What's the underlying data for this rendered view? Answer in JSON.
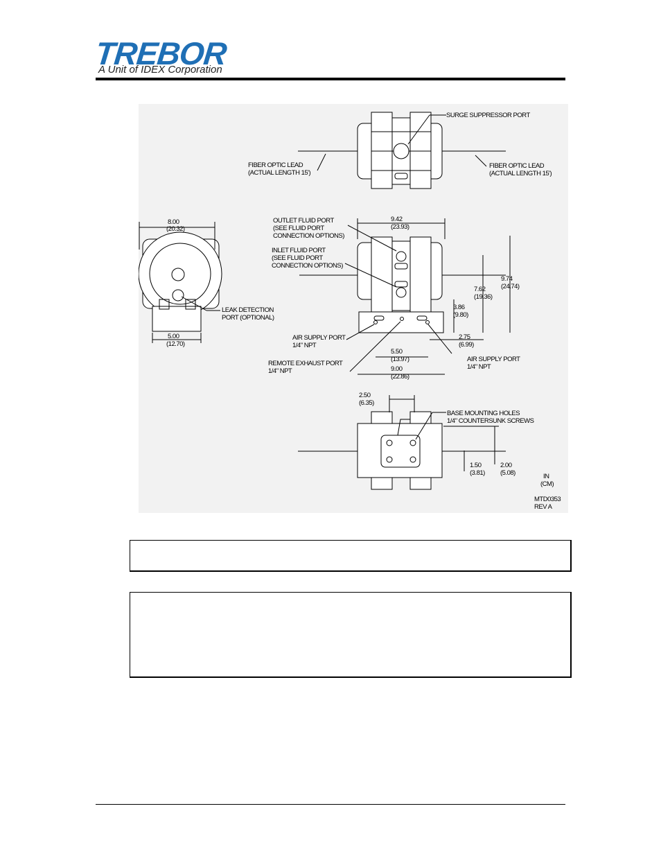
{
  "logo": {
    "word": "TREBOR",
    "subtitle": "A Unit of IDEX Corporation"
  },
  "drawing": {
    "top_view": {
      "surge": "SURGE SUPPRESSOR PORT",
      "fiber_left": [
        "FIBER OPTIC LEAD",
        "(ACTUAL LENGTH 15')"
      ],
      "fiber_right": [
        "FIBER OPTIC LEAD",
        "(ACTUAL LENGTH 15')"
      ]
    },
    "side_view": {
      "width_in": "8.00",
      "width_cm": "(20.32)",
      "base_in": "5.00",
      "base_cm": "(12.70)",
      "leak": [
        "LEAK DETECTION",
        "PORT (OPTIONAL)"
      ]
    },
    "front_view": {
      "outlet": [
        "OUTLET FLUID PORT",
        "(SEE FLUID PORT",
        "CONNECTION OPTIONS)"
      ],
      "inlet": [
        "INLET FLUID PORT",
        "(SEE FLUID PORT",
        "CONNECTION OPTIONS)"
      ],
      "width_in": "9.42",
      "width_cm": "(23.93)",
      "h1_in": "9.74",
      "h1_cm": "(24.74)",
      "h2_in": "7.62",
      "h2_cm": "(19.36)",
      "h3_in": "3.86",
      "h3_cm": "(9.80)",
      "d1_in": "2.75",
      "d1_cm": "(6.99)",
      "d2_in": "5.50",
      "d2_cm": "(13.97)",
      "d3_in": "9.00",
      "d3_cm": "(22.86)",
      "air_left": [
        "AIR SUPPLY PORT",
        "1/4\" NPT"
      ],
      "air_right": [
        "AIR SUPPLY PORT",
        "1/4\" NPT"
      ],
      "exhaust": [
        "REMOTE EXHAUST PORT",
        "1/4\" NPT"
      ]
    },
    "bottom_view": {
      "top_in": "2.50",
      "top_cm": "(6.35)",
      "holes": [
        "BASE MOUNTING HOLES",
        "1/4\" COUNTERSUNK SCREWS"
      ],
      "a_in": "1.50",
      "a_cm": "(3.81)",
      "b_in": "2.00",
      "b_cm": "(5.08)",
      "units": [
        "IN",
        "(CM)"
      ],
      "drawing_no": [
        "MTD0353",
        "REV A"
      ]
    }
  },
  "boxes": {
    "box1": "",
    "box2": ""
  }
}
